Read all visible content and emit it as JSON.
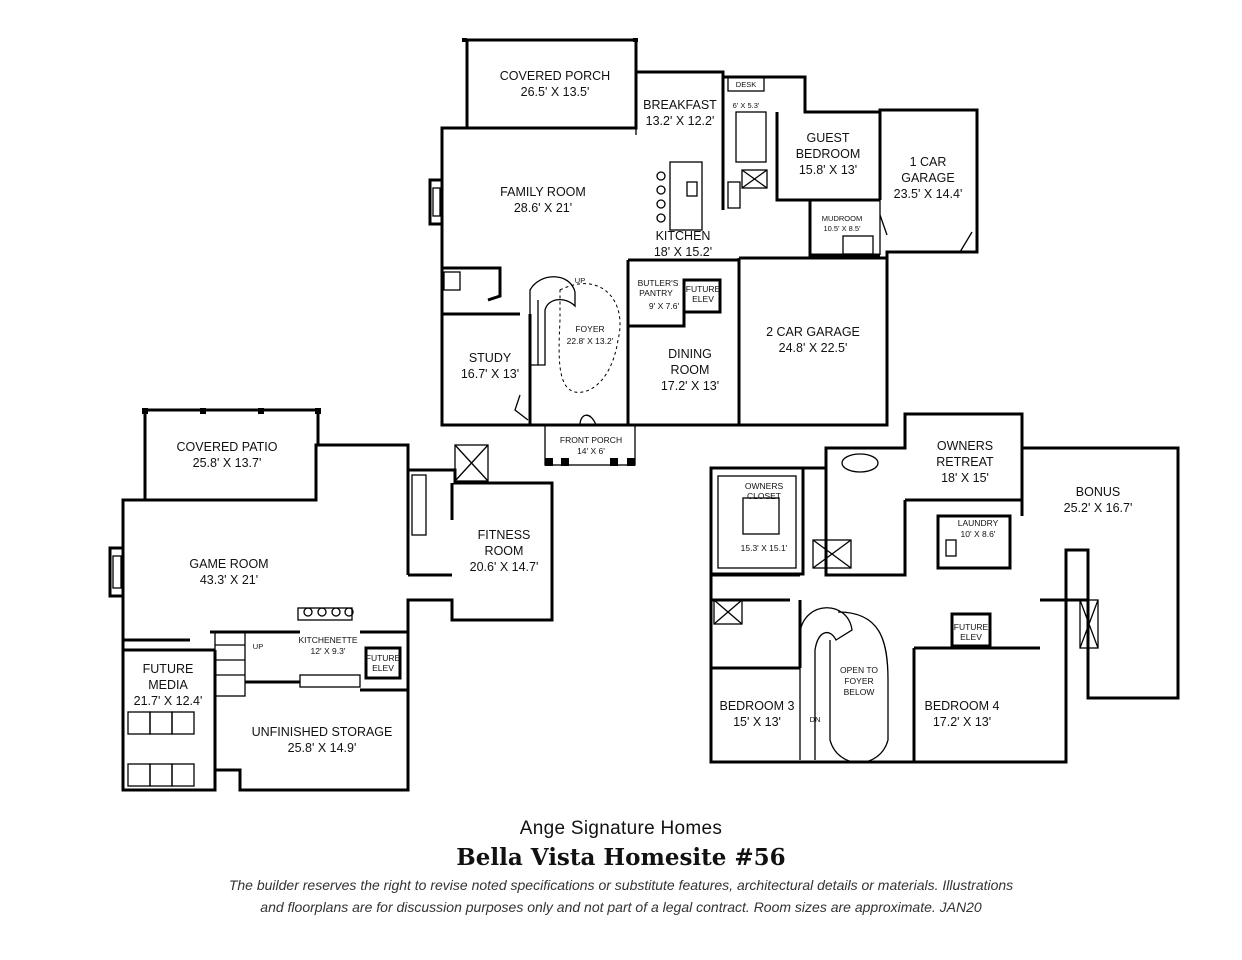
{
  "labels": {
    "covered_porch": [
      "COVERED PORCH",
      "26.5' X 13.5'"
    ],
    "breakfast": [
      "BREAKFAST",
      "13.2' X 12.2'"
    ],
    "desk": [
      "DESK",
      "6' X 5.3'"
    ],
    "guest_bedroom": [
      "GUEST",
      "BEDROOM",
      "15.8' X 13'"
    ],
    "one_car_garage": [
      "1 CAR",
      "GARAGE",
      "23.5' X 14.4'"
    ],
    "family_room": [
      "FAMILY ROOM",
      "28.6' X 21'"
    ],
    "mudroom": [
      "MUDROOM",
      "10.5' X 8.5'"
    ],
    "kitchen": [
      "KITCHEN",
      "18' X 15.2'"
    ],
    "butlers_pantry": [
      "BUTLER'S",
      "PANTRY",
      "9' X 7.6'"
    ],
    "future_elev_main": [
      "FUTURE",
      "ELEV"
    ],
    "up_main": [
      "UP"
    ],
    "foyer": [
      "FOYER",
      "22.8' X 13.2'"
    ],
    "two_car_garage": [
      "2 CAR GARAGE",
      "24.8' X 22.5'"
    ],
    "study": [
      "STUDY",
      "16.7' X 13'"
    ],
    "dining_room": [
      "DINING",
      "ROOM",
      "17.2' X 13'"
    ],
    "front_porch": [
      "FRONT PORCH",
      "14' X 6'"
    ],
    "covered_patio": [
      "COVERED PATIO",
      "25.8' X 13.7'"
    ],
    "fitness_room": [
      "FITNESS",
      "ROOM",
      "20.6' X 14.7'"
    ],
    "game_room": [
      "GAME ROOM",
      "43.3' X 21'"
    ],
    "kitchenette": [
      "KITCHENETTE",
      "12' X 9.3'"
    ],
    "up_lower": [
      "UP"
    ],
    "future_elev_lower": [
      "FUTURE",
      "ELEV"
    ],
    "future_media": [
      "FUTURE",
      "MEDIA",
      "21.7' X 12.4'"
    ],
    "unfinished_storage": [
      "UNFINISHED STORAGE",
      "25.8' X 14.9'"
    ],
    "owners_retreat": [
      "OWNERS",
      "RETREAT",
      "18' X 15'"
    ],
    "owners_closet": [
      "OWNERS",
      "CLOSET"
    ],
    "owners_closet_size": [
      "15.3' X 15.1'"
    ],
    "bonus": [
      "BONUS",
      "25.2' X 16.7'"
    ],
    "laundry": [
      "LAUNDRY",
      "10' X 8.6'"
    ],
    "future_elev_upper": [
      "FUTURE",
      "ELEV"
    ],
    "open_to_foyer": [
      "OPEN TO",
      "FOYER",
      "BELOW"
    ],
    "dn": [
      "DN"
    ],
    "bedroom_3": [
      "BEDROOM 3",
      "15' X 13'"
    ],
    "bedroom_4": [
      "BEDROOM 4",
      "17.2' X 13'"
    ]
  },
  "footer": {
    "brand": "Ange Signature Homes",
    "title": "Bella Vista Homesite #56",
    "disclaimer_line1": "The builder reserves the right to revise noted specifications or substitute features, architectural details or materials. Illustrations",
    "disclaimer_line2": "and floorplans are for discussion purposes only and not part of a legal contract. Room sizes are approximate. JAN20"
  }
}
